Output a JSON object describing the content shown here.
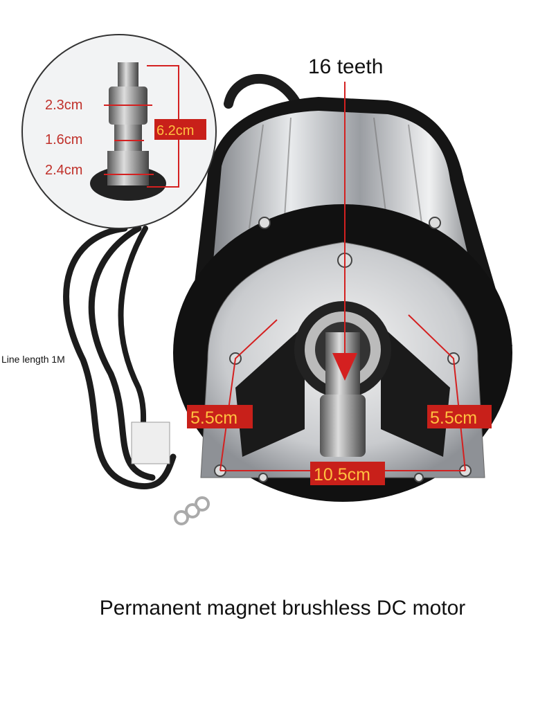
{
  "annotations": {
    "teeth": "16 teeth",
    "line_length": "Line length 1M",
    "gear_diameter": "2.3cm",
    "shaft_diameter": "1.6cm",
    "base_diameter": "2.4cm",
    "shaft_length": "6.2cm",
    "mount_left": "5.5cm",
    "mount_right": "5.5cm",
    "mount_width": "10.5cm"
  },
  "caption": "Permanent magnet brushless DC motor",
  "colors": {
    "annotation_red": "#d42020",
    "label_box": "#c8201a",
    "label_text_orange": "#ffc040"
  }
}
